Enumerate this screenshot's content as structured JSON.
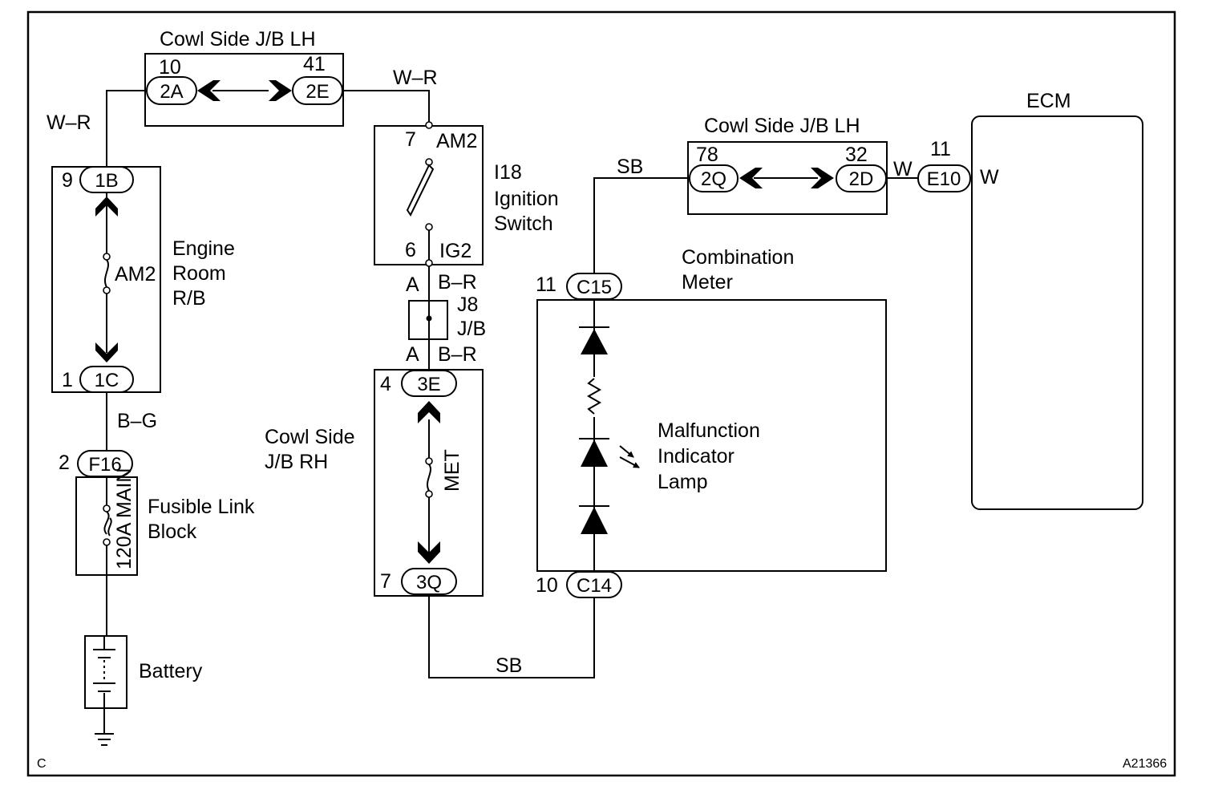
{
  "connectors": {
    "c2A": "2A",
    "c2E": "2E",
    "c1B": "1B",
    "c1C": "1C",
    "cF16": "F16",
    "c3E": "3E",
    "c3Q": "3Q",
    "cC15": "C15",
    "cC14": "C14",
    "c2Q": "2Q",
    "c2D": "2D",
    "cE10": "E10"
  },
  "pins": {
    "p10": "10",
    "p41": "41",
    "p9": "9",
    "p1": "1",
    "p2": "2",
    "p7_am2": "7",
    "p6_ig2": "6",
    "p4": "4",
    "p7_3q": "7",
    "p11_c15": "11",
    "p10_c14": "10",
    "p78": "78",
    "p32": "32",
    "p11_e10": "11"
  },
  "wires": {
    "wr_left": "W–R",
    "wr_top": "W–R",
    "bg": "B–G",
    "br_top": "B–R",
    "br_bot": "B–R",
    "sb_top": "SB",
    "sb_bottom": "SB",
    "w_jb": "W",
    "w_ecm": "W"
  },
  "labels": {
    "cowl_jb_lh_1": "Cowl Side J/B LH",
    "cowl_jb_lh_2": "Cowl Side J/B LH",
    "engine_room_rb": [
      "Engine",
      "Room",
      "R/B"
    ],
    "am2_fuse": "AM2",
    "fusible_link": [
      "Fusible Link",
      "Block"
    ],
    "main_fuse": "120A MAIN",
    "battery": "Battery",
    "ignition_switch": [
      "I18",
      "Ignition",
      "Switch"
    ],
    "switch_am2": "AM2",
    "switch_ig2": "IG2",
    "j8_a_top": "A",
    "j8_a_bot": "A",
    "j8_jb": [
      "J8",
      "J/B"
    ],
    "cowl_jb_rh": [
      "Cowl Side",
      "J/B RH"
    ],
    "met_fuse": "MET",
    "combination_meter": [
      "Combination",
      "Meter"
    ],
    "mil": [
      "Malfunction",
      "Indicator",
      "Lamp"
    ],
    "ecm": "ECM",
    "corner_c": "C",
    "fig_code": "A21366"
  }
}
